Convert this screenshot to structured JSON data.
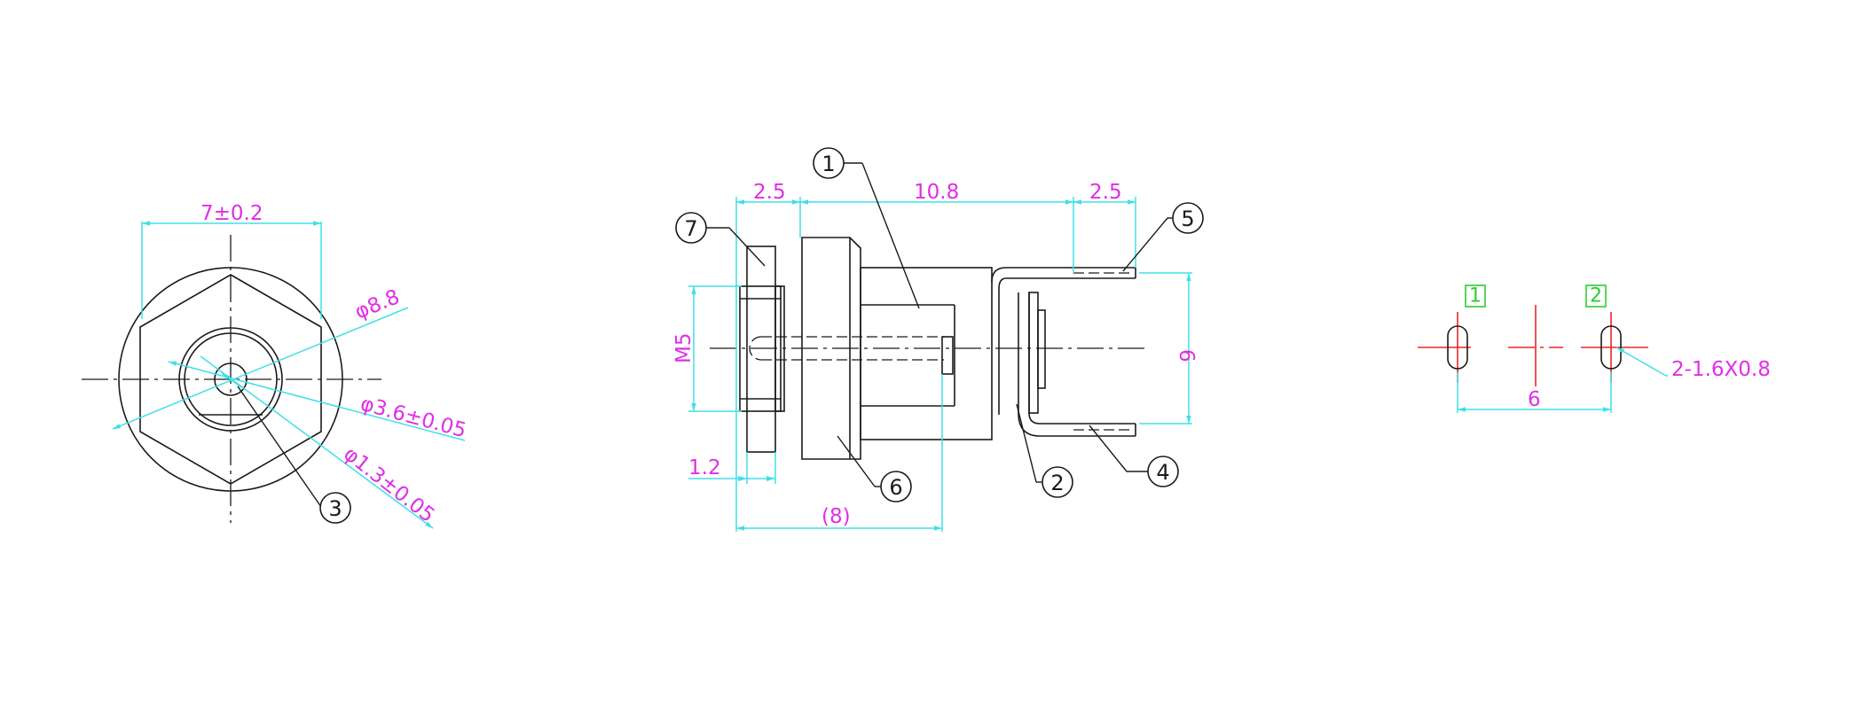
{
  "front_view": {
    "width_dim": "7±0.2",
    "outer_dia": "φ8.8",
    "mid_dia": "φ3.6±0.05",
    "hole_dia": "φ1.3±0.05",
    "part_3": "3"
  },
  "side_view": {
    "dim_flange": "2.5",
    "dim_body": "10.8",
    "dim_terminal": "2.5",
    "dim_thread": "M5",
    "dim_terminal_pitch": "6",
    "dim_flange_thk": "1.2",
    "dim_ref_length": "(8)",
    "callouts": [
      "1",
      "2",
      "4",
      "5",
      "6",
      "7"
    ]
  },
  "pcb_layout": {
    "pad_1": "1",
    "pad_2": "2",
    "pitch": "6",
    "slot_note": "2-1.6X0.8"
  }
}
